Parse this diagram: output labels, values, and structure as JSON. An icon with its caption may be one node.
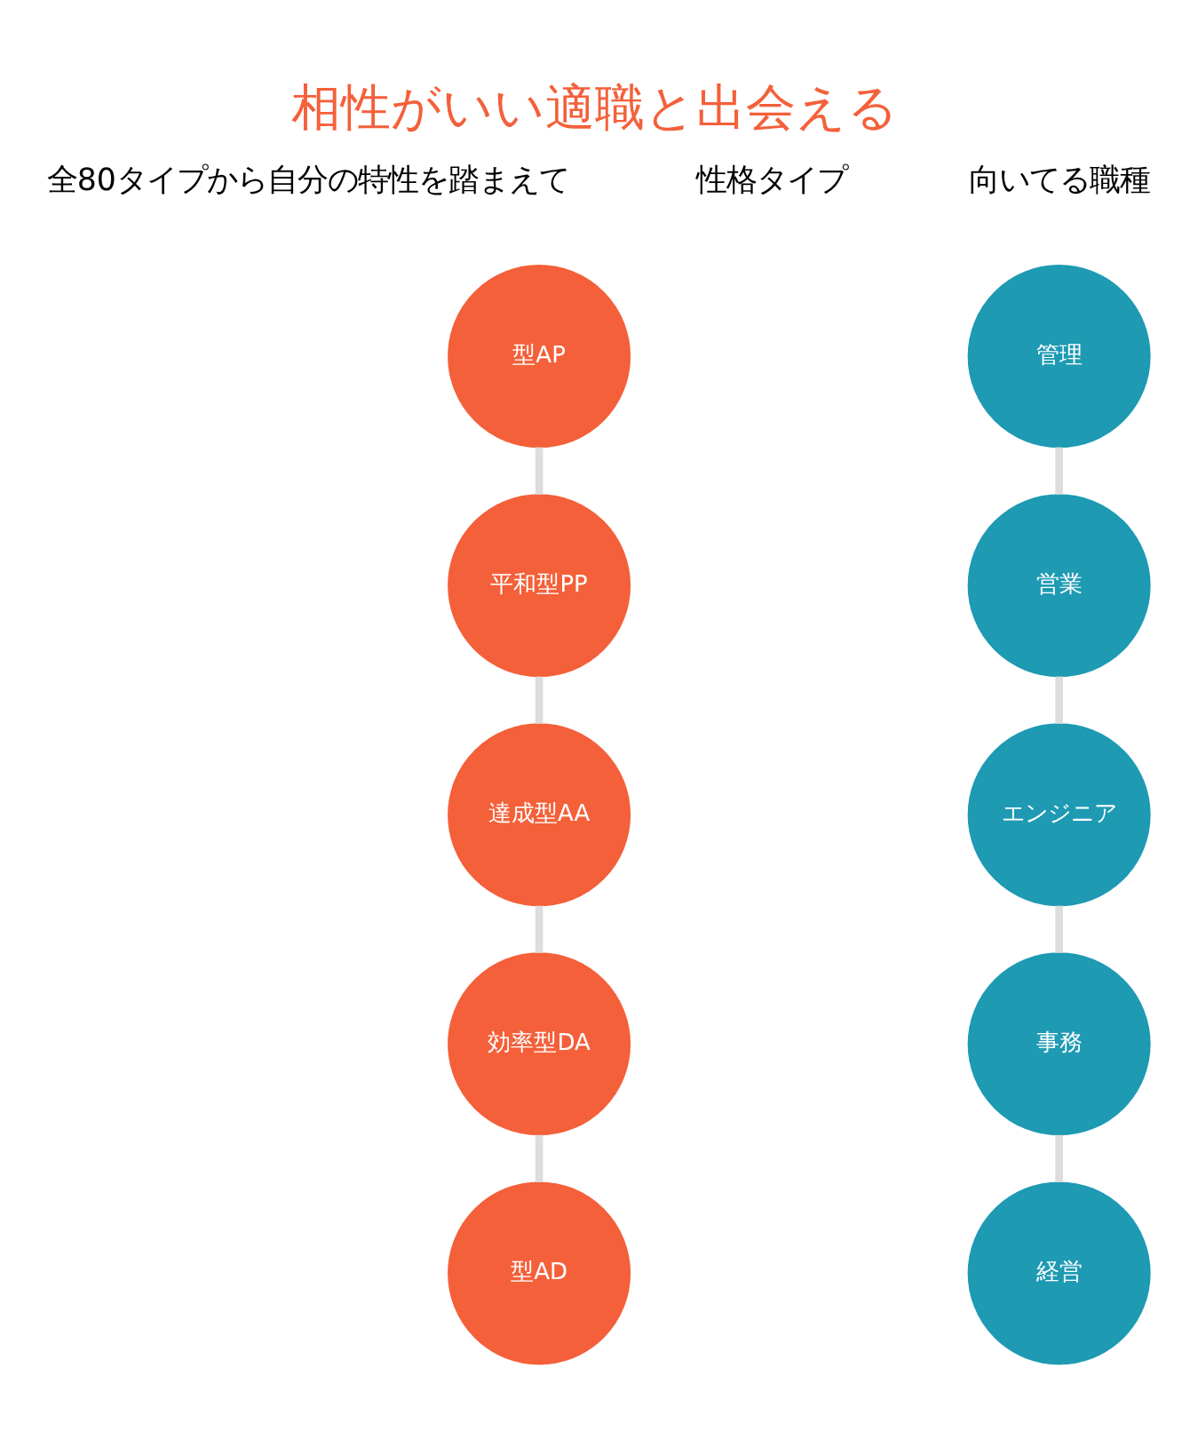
{
  "diagram": {
    "title": "相性がいい適職と出会える",
    "nodes": [
      {
        "text": [
          "型AP"
        ]
      },
      {
        "text": [
          "平和型PP"
        ]
      },
      {
        "text": [
          "達成型AA"
        ]
      },
      {
        "text": [
          "効率型DA"
        ]
      },
      {
        "text": [
          "型AD"
        ]
      },
      {
        "text": [
          "管理"
        ]
      },
      {
        "text": [
          "営業"
        ]
      },
      {
        "text": [
          "エンジニア"
        ]
      },
      {
        "text": [
          "事務"
        ]
      },
      {
        "text": [
          "経営"
        ]
      }
    ],
    "edges": [
      {
        "from": 0,
        "to": 1,
        "arrow": "none"
      },
      {
        "from": 1,
        "to": 2,
        "arrow": "none"
      },
      {
        "from": 2,
        "to": 3,
        "arrow": "none"
      },
      {
        "from": 3,
        "to": 4,
        "arrow": "none"
      },
      {
        "from": 5,
        "to": 6,
        "arrow": "none"
      },
      {
        "from": 6,
        "to": 7,
        "arrow": "none"
      },
      {
        "from": 7,
        "to": 8,
        "arrow": "none"
      },
      {
        "from": 8,
        "to": 9,
        "arrow": "none"
      }
    ],
    "labels": [
      "全80タイプから自分の特性を踏まえて",
      "性格タイプ",
      "向いてる職種"
    ]
  }
}
